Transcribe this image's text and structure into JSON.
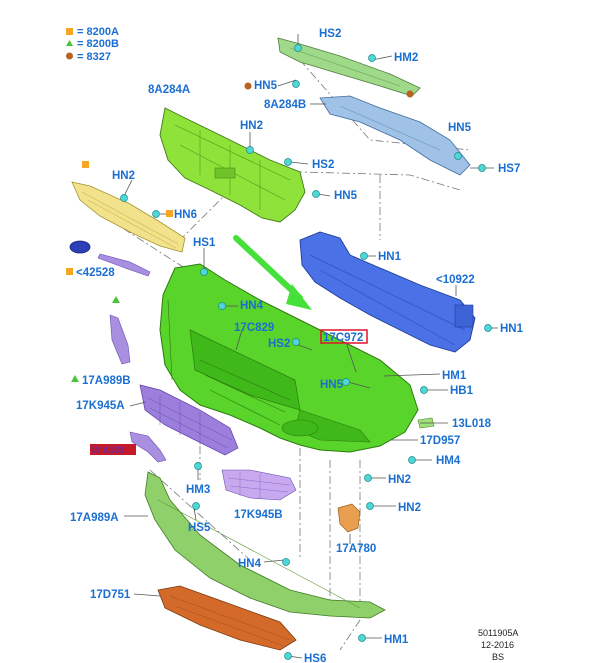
{
  "legend": [
    {
      "marker": "square",
      "color": "#f5a623",
      "text": "= 8200A"
    },
    {
      "marker": "triangle",
      "color": "#49c43a",
      "text": "= 8200B"
    },
    {
      "marker": "circle",
      "color": "#b8621f",
      "text": "= 8327"
    }
  ],
  "labels": {
    "hs2_top": "HS2",
    "hm2": "HM2",
    "hn5_top": "HN5",
    "a8a284a": "8A284A",
    "a8a284b": "8A284B",
    "hn2_upper": "HN2",
    "hs2_mid": "HS2",
    "hn5_mid": "HN5",
    "hn5_right": "HN5",
    "hs7": "HS7",
    "hn2_left": "HN2",
    "hn6": "HN6",
    "hs1": "HS1",
    "hn1_top": "HN1",
    "c42528": "<42528",
    "c10922": "<10922",
    "hn4_mid": "HN4",
    "hn1_right": "HN1",
    "c17c829": "17C829",
    "hs2_low": "HS2",
    "c17c972": "17C972",
    "hm1_mid": "HM1",
    "hn5_low": "HN5",
    "hb1": "HB1",
    "c17a989b": "17A989B",
    "c17k945a": "17K945A",
    "c13l018": "13L018",
    "c17d957": "17D957",
    "hm4": "HM4",
    "hn2_low": "HN2",
    "hm3": "HM3",
    "hn2_bracket": "HN2",
    "c17a989a": "17A989A",
    "hs5": "HS5",
    "c17k945b": "17K945B",
    "c17a780": "17A780",
    "hn4_low": "HN4",
    "c17d751": "17D751",
    "hm1_low": "HM1",
    "hs6": "HS6",
    "redacted": "W A183"
  },
  "footer": {
    "code": "5011905A",
    "date": "12-2016",
    "initials": "BS"
  }
}
